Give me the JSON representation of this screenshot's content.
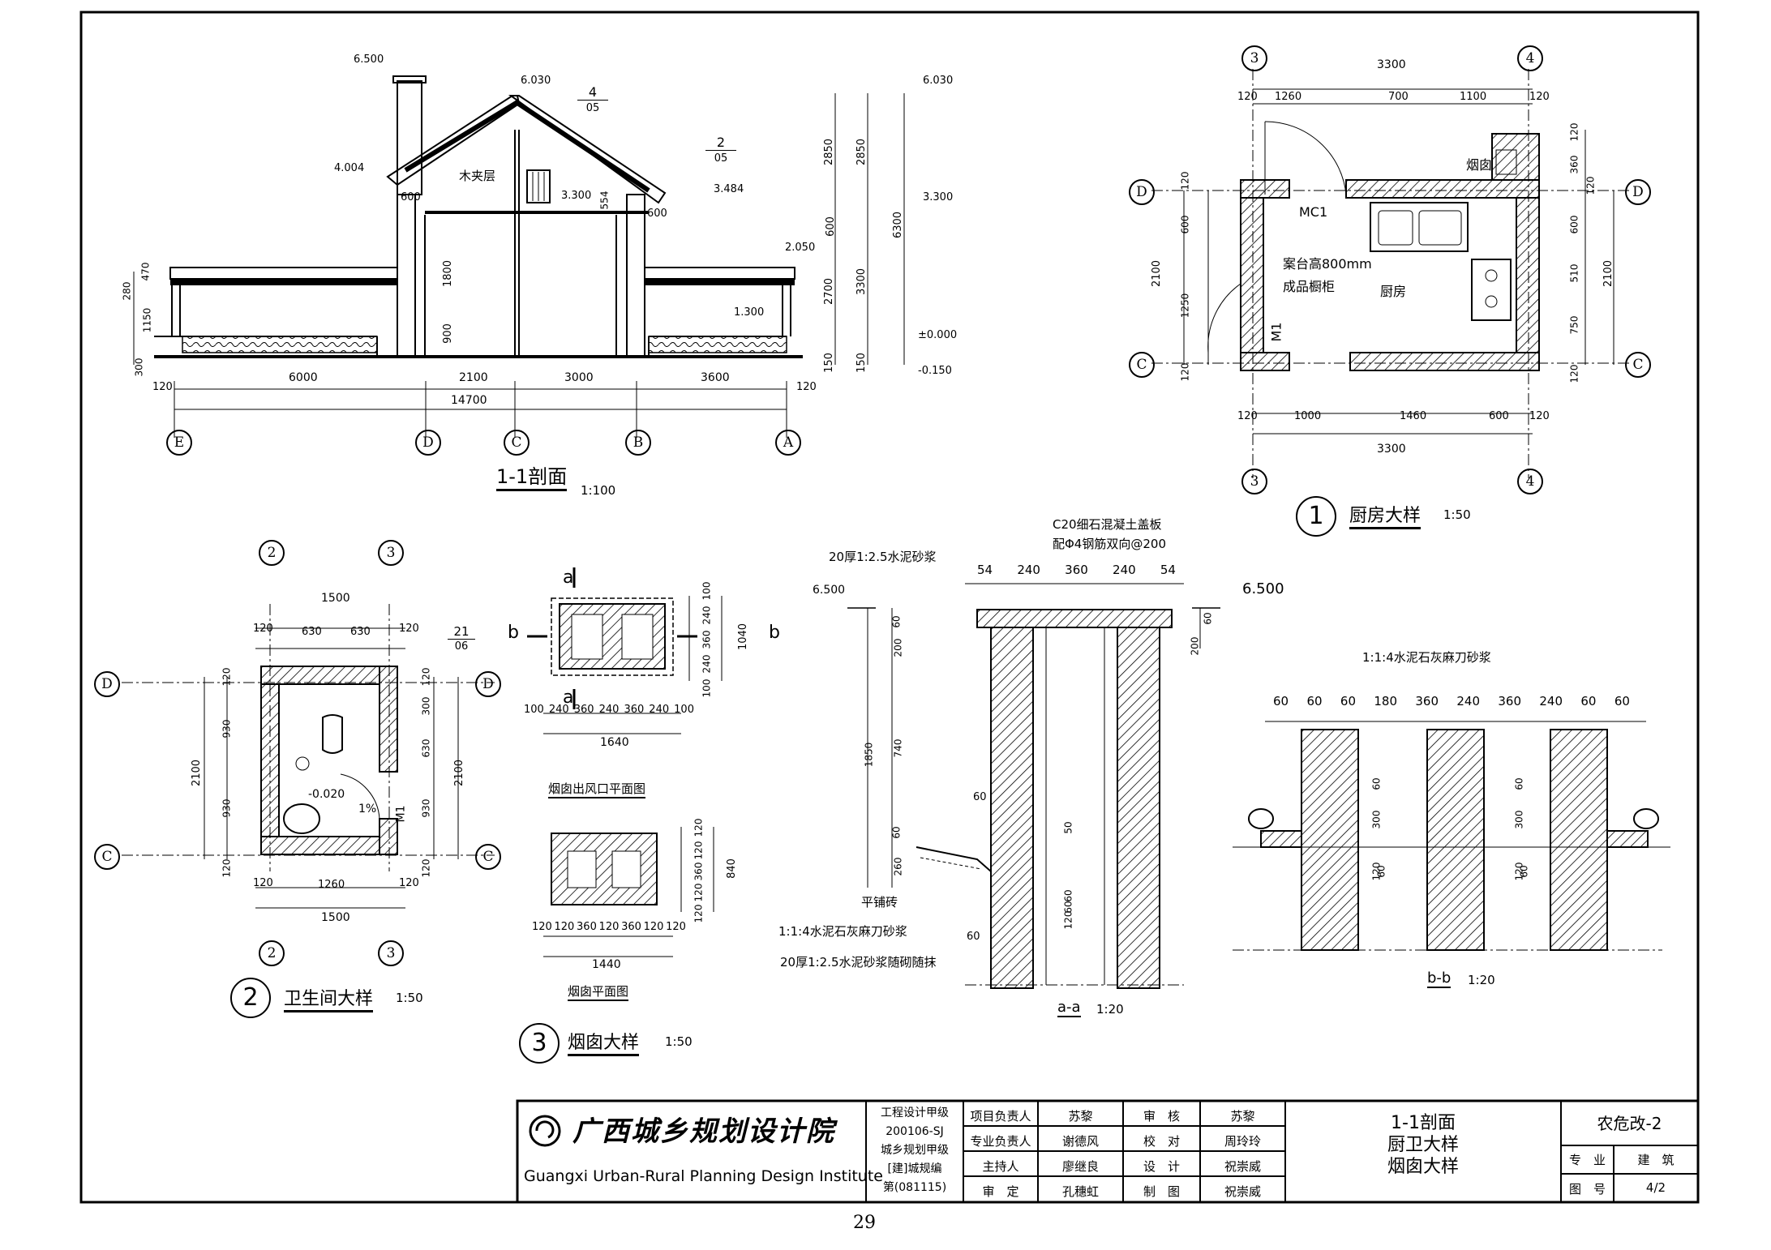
{
  "section_1_1": {
    "title": "1-1剖面",
    "scale": "1:100",
    "elev": [
      "6.500",
      "6.030",
      "4.004",
      "3.484",
      "3.300",
      "2.050",
      "1.300",
      "±0.000",
      "-0.150"
    ],
    "label_attic": "木夹层",
    "dims_bottom": [
      "6000",
      "2100",
      "3000",
      "3600"
    ],
    "total": "14700",
    "edge_120": "120",
    "axes": [
      "E",
      "D",
      "C",
      "B",
      "A"
    ],
    "dims_left": [
      "470",
      "280",
      "1150",
      "300"
    ],
    "dims_right_1": [
      "2850",
      "600",
      "2700",
      "150"
    ],
    "dims_right_2": [
      "2850",
      "3300",
      "150"
    ],
    "dims_right_3": [
      "6300"
    ],
    "dims_mid": [
      "600",
      "554",
      "600",
      "1800",
      "900"
    ],
    "callouts": [
      {
        "num": "4",
        "sheet": "05"
      },
      {
        "num": "2",
        "sheet": "05"
      }
    ]
  },
  "kitchen": {
    "num": "1",
    "title": "厨房大样",
    "scale": "1:50",
    "top_total": "3300",
    "top_dims": [
      "120",
      "1260",
      "700",
      "1100",
      "120"
    ],
    "bottom_dims": [
      "120",
      "1000",
      "1460",
      "600",
      "120"
    ],
    "bottom_total": "3300",
    "left_dims": [
      "120",
      "600",
      "1250",
      "120"
    ],
    "left_total": "2100",
    "right_dims": [
      "120",
      "360",
      "120",
      "600",
      "510",
      "750",
      "120"
    ],
    "right_total": "2100",
    "axes": [
      "3",
      "4",
      "D",
      "C"
    ],
    "labels": {
      "chimney": "烟囱",
      "door_mc": "MC1",
      "counter": "案台高800mm",
      "cabinet": "成品橱柜",
      "room": "厨房",
      "door_m": "M1"
    }
  },
  "bathroom": {
    "num": "2",
    "title": "卫生间大样",
    "scale": "1:50",
    "top_total": "1500",
    "top_dims": [
      "120",
      "630",
      "630",
      "120"
    ],
    "bottom_dims": [
      "120",
      "1260",
      "120"
    ],
    "bottom_total": "1500",
    "left_dims": [
      "120",
      "930",
      "930",
      "120"
    ],
    "left_total": "2100",
    "right_dims": [
      "120",
      "300",
      "630",
      "930",
      "120"
    ],
    "right_total": "2100",
    "axes": [
      "2",
      "3",
      "D",
      "C"
    ],
    "labels": {
      "elev": "-0.020",
      "slope": "1%",
      "door": "M1"
    },
    "callout": {
      "num": "21",
      "sheet": "06"
    }
  },
  "chimney": {
    "num": "3",
    "title": "烟囱大样",
    "scale": "1:50",
    "plan1_title": "烟囱出风口平面图",
    "plan1_section_a": "a",
    "plan1_section_b": "b",
    "plan1_bottom": [
      "100",
      "240",
      "360",
      "240",
      "360",
      "240",
      "100"
    ],
    "plan1_total": "1640",
    "plan1_right": [
      "100",
      "240",
      "360",
      "240",
      "100"
    ],
    "plan1_right_total": "1040",
    "plan2_title": "烟囱平面图",
    "plan2_bottom": [
      "120",
      "120",
      "360",
      "120",
      "360",
      "120",
      "120"
    ],
    "plan2_total": "1440",
    "plan2_right": [
      "120",
      "120",
      "360",
      "120",
      "120"
    ],
    "plan2_right_total": "840"
  },
  "section_aa": {
    "title": "a-a",
    "scale": "1:20",
    "top_dims": [
      "54",
      "240",
      "360",
      "240",
      "54"
    ],
    "notes": [
      "C20细石混凝土盖板",
      "配Φ4钢筋双向@200",
      "20厚1:2.5水泥砂浆",
      "平铺砖",
      "1:1:4水泥石灰麻刀砂浆",
      "20厚1:2.5水泥砂浆随砌随抹"
    ],
    "elev": "6.500",
    "left_dims": [
      "60",
      "200",
      "1850",
      "740",
      "60",
      "260"
    ],
    "mid_dims": [
      "60",
      "60",
      "60",
      "50",
      "120",
      "60"
    ],
    "right_dims": [
      "60",
      "200"
    ]
  },
  "section_bb": {
    "title": "b-b",
    "scale": "1:20",
    "note": "1:1:4水泥石灰麻刀砂浆",
    "top_dims": [
      "60",
      "60",
      "60",
      "180",
      "360",
      "240",
      "360",
      "240",
      "60",
      "60"
    ],
    "side_dims": [
      "60",
      "300",
      "120",
      "60"
    ]
  },
  "titleblock": {
    "org_cn": "广西城乡规划设计院",
    "org_en": "Guangxi Urban-Rural Planning Design Institute",
    "qual": [
      "工程设计甲级",
      "200106-SJ",
      "城乡规划甲级",
      "[建]城规编",
      "第(081115)"
    ],
    "roles": [
      {
        "k": "项目负责人",
        "v": "苏黎"
      },
      {
        "k": "专业负责人",
        "v": "谢德风"
      },
      {
        "k": "主持人",
        "v": "廖继良"
      },
      {
        "k": "审　定",
        "v": "孔穗虹"
      }
    ],
    "checks": [
      {
        "k": "审　核",
        "v": "苏黎"
      },
      {
        "k": "校　对",
        "v": "周玲玲"
      },
      {
        "k": "设　计",
        "v": "祝崇威"
      },
      {
        "k": "制　图",
        "v": "祝崇威"
      }
    ],
    "drawing_title": [
      "1-1剖面",
      "厨卫大样",
      "烟囱大样"
    ],
    "project": "农危改-2",
    "disc_label": "专　业",
    "disc": "建　筑",
    "no_label": "图　号",
    "no": "4/2"
  },
  "page_number": "29"
}
